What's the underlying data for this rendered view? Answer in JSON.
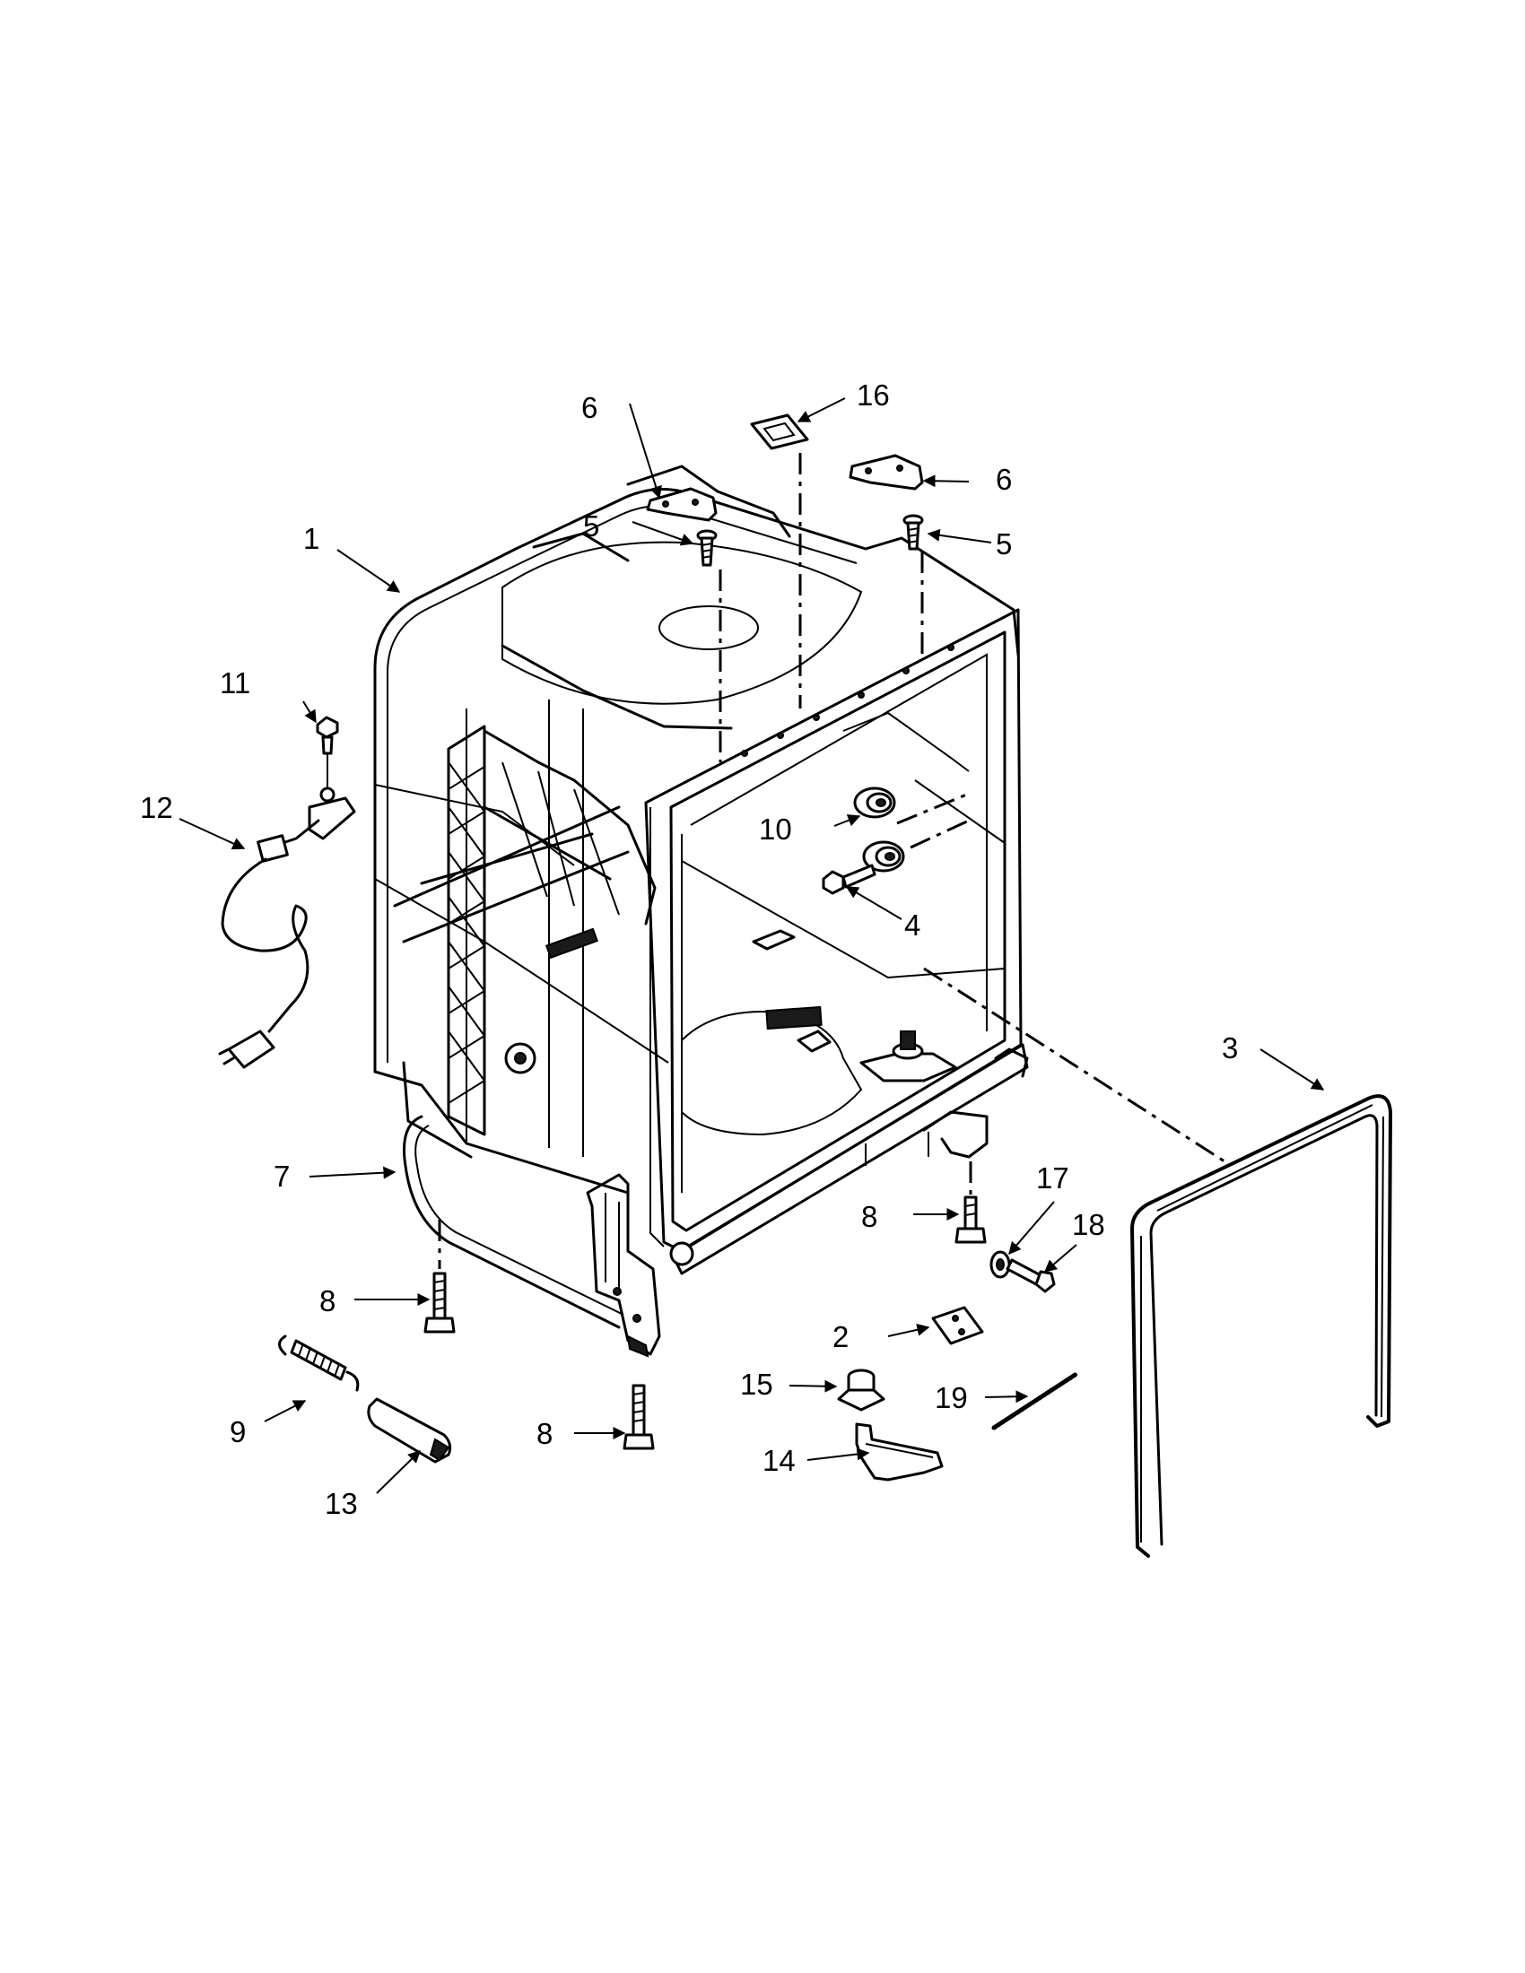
{
  "callouts": {
    "c1": "1",
    "c2": "2",
    "c3": "3",
    "c4": "4",
    "c5a": "5",
    "c5b": "5",
    "c6a": "6",
    "c6b": "6",
    "c7": "7",
    "c8a": "8",
    "c8b": "8",
    "c8c": "8",
    "c9": "9",
    "c10": "10",
    "c11": "11",
    "c12": "12",
    "c13": "13",
    "c14": "14",
    "c15": "15",
    "c16": "16",
    "c17": "17",
    "c18": "18",
    "c19": "19"
  }
}
